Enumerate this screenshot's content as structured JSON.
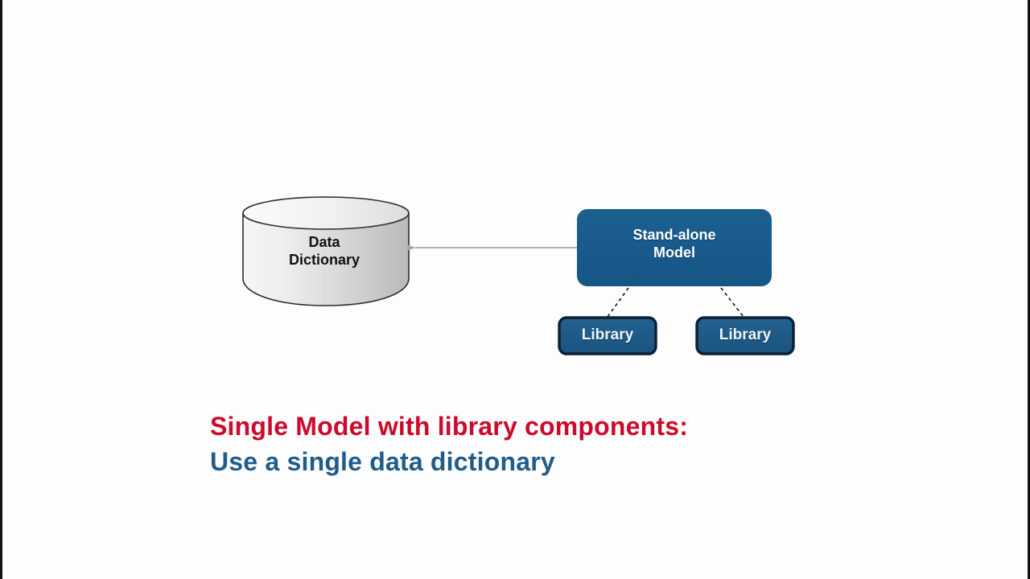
{
  "diagram": {
    "title_text": "Single Model with library components: Use a single data dictionary",
    "nodes": {
      "data_dictionary": {
        "label_line_1": "Data",
        "label_line_2": "Dictionary",
        "shape": "cylinder",
        "fill_light": "#f2f2f2",
        "fill_dark": "#bfbfbf",
        "stroke": "#2b2b2b"
      },
      "stand_alone_model": {
        "label_line_1": "Stand-alone",
        "label_line_2": "Model",
        "shape": "rounded-rectangle",
        "fill": "#185a8c",
        "text_color": "#ffffff"
      },
      "library_left": {
        "label": "Library",
        "shape": "rounded-rectangle",
        "fill": "#1e5b8a",
        "stroke": "#0d1f33",
        "text_color": "#eef6fb"
      },
      "library_right": {
        "label": "Library",
        "shape": "rounded-rectangle",
        "fill": "#1e5b8a",
        "stroke": "#0d1f33",
        "text_color": "#eef6fb"
      }
    },
    "connectors": [
      {
        "name": "model-to-dictionary",
        "from": "stand_alone_model",
        "to": "data_dictionary",
        "style": "solid",
        "arrowhead": "triangle-left",
        "color": "#a6a6a6"
      },
      {
        "name": "model-to-library-left",
        "from": "stand_alone_model",
        "to": "library_left",
        "style": "dashed",
        "arrowhead": "none",
        "color": "#1a1a1a"
      },
      {
        "name": "model-to-library-right",
        "from": "stand_alone_model",
        "to": "library_right",
        "style": "dashed",
        "arrowhead": "none",
        "color": "#1a1a1a"
      }
    ]
  },
  "caption": {
    "line_1": "Single Model with library components:",
    "line_2": "Use a single data dictionary",
    "color_1": "#cc0a2b",
    "color_2": "#1f5c8b"
  }
}
